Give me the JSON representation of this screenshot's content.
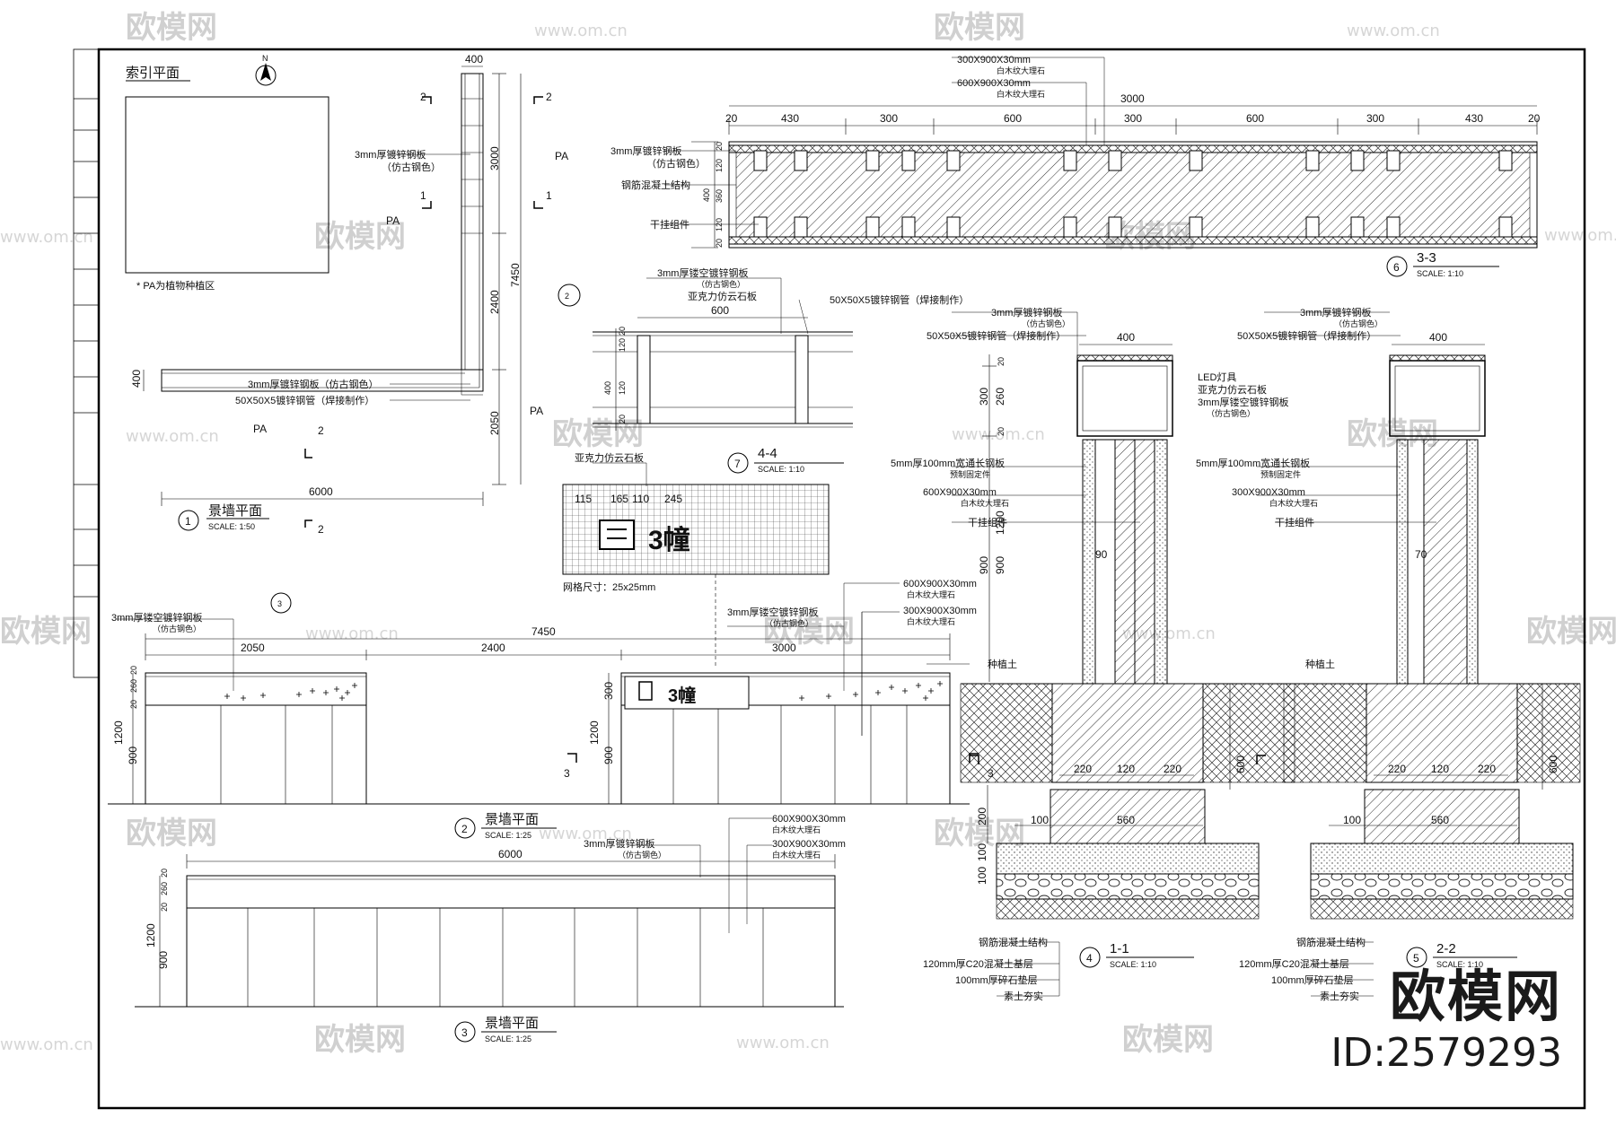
{
  "watermark": {
    "brand": "欧模网",
    "site": "www.om.cn"
  },
  "brand_stamp": {
    "name": "欧模网",
    "id": "ID:2579293"
  },
  "plan_index": {
    "title": "索引平面",
    "north": "N",
    "note": "* PA为植物种植区"
  },
  "plan1": {
    "title": "景墙平面",
    "scale": "SCALE: 1:50",
    "num": "1",
    "dims": {
      "top_width": "400",
      "seg1": "3000",
      "seg2": "2400",
      "seg3": "2050",
      "total": "7450",
      "bottom": "6000",
      "thick": "400"
    },
    "pa": "PA",
    "labels": [
      "3mm厚镀锌钢板",
      "（仿古钢色）",
      "3mm厚镀锌钢板（仿古钢色）",
      "50X50X5镀锌钢管（焊接制作）"
    ],
    "marks": {
      "s2": "2",
      "s1": "1"
    }
  },
  "section33": {
    "num": "6",
    "title": "3-3",
    "scale": "SCALE: 1:10",
    "labels": [
      "300X900X30mm",
      "白木纹大理石",
      "600X900X30mm",
      "白木纹大理石",
      "3mm厚镀锌钢板",
      "（仿古钢色）",
      "钢筋混凝土结构",
      "干挂组件"
    ],
    "top_dims": [
      "20",
      "430",
      "300",
      "600",
      "300",
      "600",
      "300",
      "430",
      "20"
    ],
    "total": "3000",
    "side_dims": [
      "20",
      "120",
      "400",
      "360",
      "120",
      "20"
    ]
  },
  "section44": {
    "num": "7",
    "title": "4-4",
    "scale": "SCALE: 1:10",
    "labels": [
      "3mm厚镂空镀锌钢板",
      "（仿古钢色）",
      "亚克力仿云石板",
      "50X50X5镀锌钢管（焊接制作）"
    ],
    "width": "600",
    "side": [
      "20",
      "120",
      "400",
      "120",
      "20"
    ]
  },
  "sign": {
    "label": "亚克力仿云石板",
    "text": "3幢",
    "grid": "网格尺寸：25x25mm",
    "dims": [
      "115",
      "165",
      "110",
      "245"
    ]
  },
  "section11": {
    "num": "4",
    "title": "1-1",
    "scale": "SCALE: 1:10",
    "labels": [
      "3mm厚镀锌钢板",
      "（仿古钢色）",
      "50X50X5镀锌钢管（焊接制作）",
      "LED灯具",
      "亚克力仿云石板",
      "3mm厚镂空镀锌钢板",
      "（仿古钢色）",
      "5mm厚100mm宽通长钢板",
      "预制固定件",
      "600X900X30mm",
      "白木纹大理石",
      "干挂组件",
      "种植土",
      "钢筋混凝土结构",
      "120mm厚C20混凝土基层",
      "100mm厚碎石垫层",
      "素土夯实"
    ],
    "dims": {
      "w": "400",
      "h": [
        "20",
        "300",
        "260",
        "20"
      ],
      "mid": "1200",
      "low": [
        "900",
        "900"
      ],
      "gap": "90",
      "found": [
        "220",
        "120",
        "220"
      ],
      "depth": "600",
      "base": [
        "200",
        "100",
        "100"
      ],
      "b560": "560",
      "b100": "100"
    }
  },
  "section22": {
    "num": "5",
    "title": "2-2",
    "scale": "SCALE: 1:10",
    "labels": [
      "3mm厚镀锌钢板",
      "（仿古钢色）",
      "50X50X5镀锌钢管（焊接制作）",
      "5mm厚100mm宽通长钢板",
      "预制固定件",
      "300X900X30mm",
      "白木纹大理石",
      "干挂组件",
      "种植土",
      "钢筋混凝土结构",
      "120mm厚C20混凝土基层",
      "100mm厚碎石垫层",
      "素土夯实"
    ],
    "dims": {
      "w": "400",
      "gap": "70"
    }
  },
  "elev2": {
    "num": "2",
    "title": "景墙平面",
    "scale": "SCALE: 1:25",
    "labels": [
      "3mm厚镂空镀锌钢板",
      "（仿古钢色）",
      "600X900X30mm",
      "白木纹大理石",
      "300X900X30mm",
      "白木纹大理石"
    ],
    "dims": {
      "total": "7450",
      "a": "2050",
      "b": "2400",
      "c": "3000",
      "h": "1200",
      "h2": "900",
      "top": [
        "20",
        "260",
        "20"
      ],
      "sign_h": "300"
    },
    "sign_text": "3幢",
    "cut": "3"
  },
  "elev3": {
    "num": "3",
    "title": "景墙平面",
    "scale": "SCALE: 1:25",
    "labels": [
      "3mm厚镀锌钢板",
      "（仿古钢色）",
      "600X900X30mm",
      "白木纹大理石",
      "300X900X30mm",
      "白木纹大理石"
    ],
    "dims": {
      "total": "6000",
      "h": "1200",
      "h2": "900",
      "top": [
        "20",
        "260",
        "20"
      ]
    }
  }
}
